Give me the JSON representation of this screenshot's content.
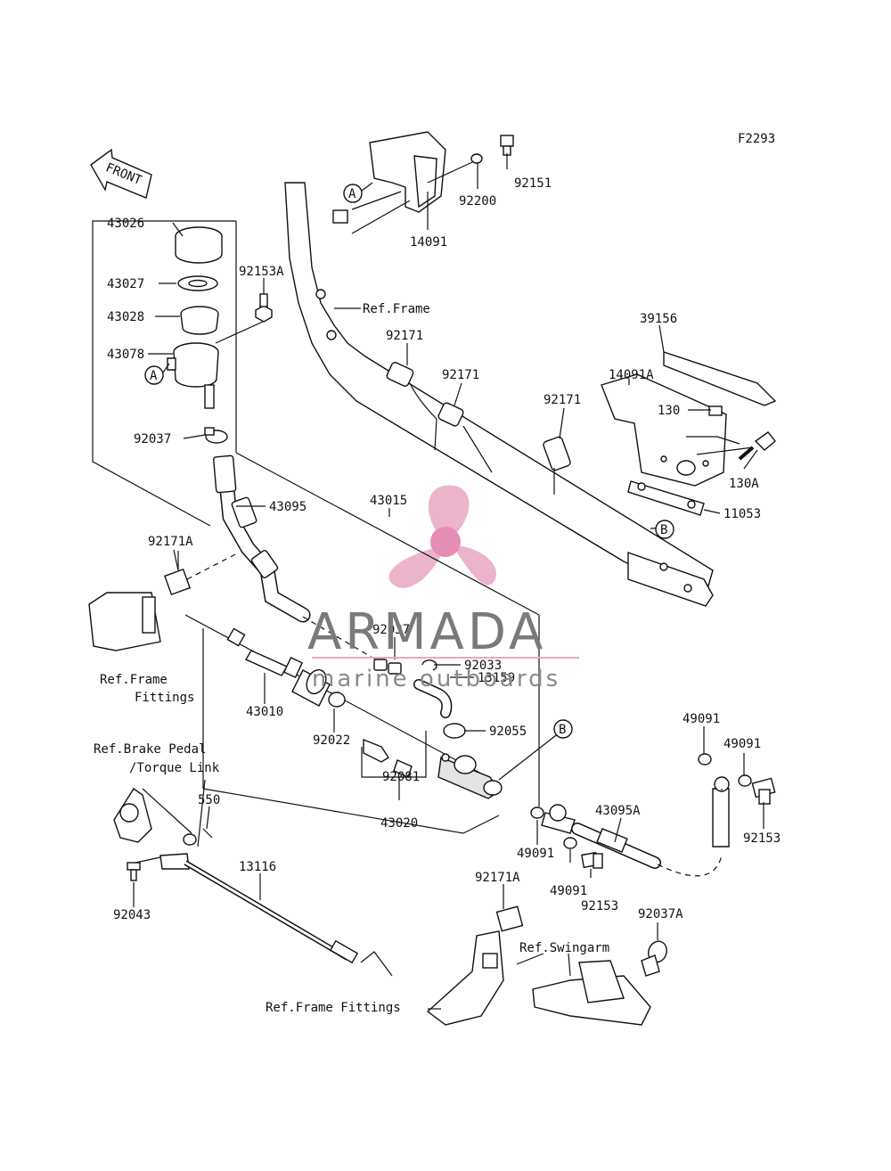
{
  "figure_code": "F2293",
  "front_arrow": "FRONT",
  "watermark": {
    "name": "ARMADA",
    "tagline": "marine outboards",
    "logo_color": "#e8a7c3"
  },
  "callout_markers": {
    "a": "A",
    "b": "B"
  },
  "parts": {
    "p43026": "43026",
    "p43027": "43027",
    "p43028": "43028",
    "p43078": "43078",
    "p92037": "92037",
    "p92153A": "92153A",
    "p43095": "43095",
    "p43015": "43015",
    "p92171A_left": "92171A",
    "p43010": "43010",
    "p92022": "92022",
    "p92081": "92081",
    "p43020": "43020",
    "p92037_mid": "92037",
    "p92033": "92033",
    "p13159": "13159",
    "p92055": "92055",
    "p92151": "92151",
    "p92200": "92200",
    "p14091": "14091",
    "p92171_a": "92171",
    "p92171_b": "92171",
    "p92171_c": "92171",
    "p39156": "39156",
    "p14091A": "14091A",
    "p130": "130",
    "p130A": "130A",
    "p11053": "11053",
    "p49091_a": "49091",
    "p49091_b": "49091",
    "p49091_c": "49091",
    "p49091_d": "49091",
    "p43095A": "43095A",
    "p92153_a": "92153",
    "p92153_b": "92153",
    "p550": "550",
    "p13116": "13116",
    "p92043": "92043",
    "p92171A_lower": "92171A",
    "p92037A": "92037A"
  },
  "references": {
    "ref_frame": "Ref.Frame",
    "ref_frame_fittings_1": "Ref.Frame",
    "ref_frame_fittings_2": "Fittings",
    "ref_brake_pedal_1": "Ref.Brake Pedal",
    "ref_brake_pedal_2": "/Torque Link",
    "ref_swingarm": "Ref.Swingarm",
    "ref_frame_fittings_bottom": "Ref.Frame Fittings"
  }
}
